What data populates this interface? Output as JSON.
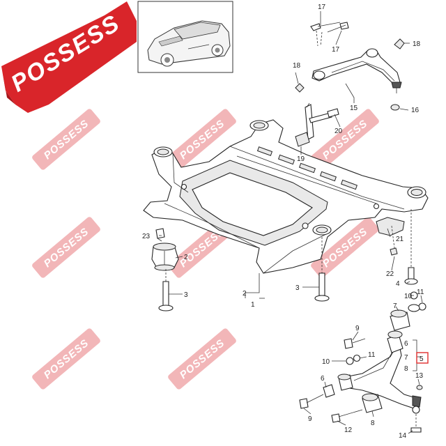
{
  "brand": {
    "banner_text": "POSSESS",
    "watermark_text": "POSSESS",
    "banner_color": "#d9252a",
    "watermark_color": "#f2b6b8"
  },
  "diagram": {
    "highlight_color": "#e23a3a",
    "callouts": [
      {
        "id": "c17a",
        "text": "17"
      },
      {
        "id": "c17b",
        "text": "17"
      },
      {
        "id": "c18a",
        "text": "18"
      },
      {
        "id": "c18b",
        "text": "18"
      },
      {
        "id": "c15",
        "text": "15"
      },
      {
        "id": "c16",
        "text": "16"
      },
      {
        "id": "c20",
        "text": "20"
      },
      {
        "id": "c19",
        "text": "19"
      },
      {
        "id": "c21",
        "text": "21"
      },
      {
        "id": "c22",
        "text": "22"
      },
      {
        "id": "c4",
        "text": "4"
      },
      {
        "id": "c23",
        "text": "23"
      },
      {
        "id": "c2a",
        "text": "2"
      },
      {
        "id": "c3a",
        "text": "3"
      },
      {
        "id": "c2b",
        "text": "2"
      },
      {
        "id": "c1",
        "text": "1"
      },
      {
        "id": "c3b",
        "text": "3"
      },
      {
        "id": "c10a",
        "text": "10"
      },
      {
        "id": "c11a",
        "text": "11"
      },
      {
        "id": "c7a",
        "text": "7"
      },
      {
        "id": "c9a",
        "text": "9"
      },
      {
        "id": "c6a",
        "text": "6"
      },
      {
        "id": "c7b",
        "text": "7"
      },
      {
        "id": "c8a",
        "text": "8"
      },
      {
        "id": "c5",
        "text": "5"
      },
      {
        "id": "c10b",
        "text": "10"
      },
      {
        "id": "c11b",
        "text": "11"
      },
      {
        "id": "c6b",
        "text": "6"
      },
      {
        "id": "c13",
        "text": "13"
      },
      {
        "id": "c9b",
        "text": "9"
      },
      {
        "id": "c12",
        "text": "12"
      },
      {
        "id": "c8b",
        "text": "8"
      },
      {
        "id": "c14",
        "text": "14"
      }
    ]
  }
}
